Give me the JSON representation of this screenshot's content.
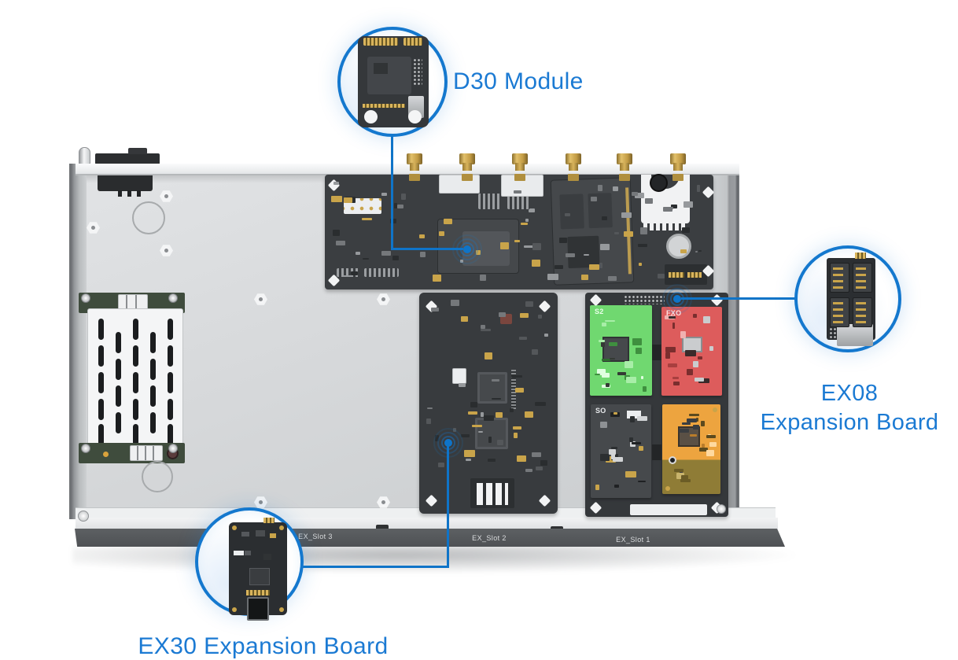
{
  "colors": {
    "accent": "#1478ce",
    "leader": "#0f74c8",
    "text_blue": "#1b7ad3",
    "board_dark": "#3b3e41",
    "module_green": "#70d870",
    "module_red": "#dd5c5c",
    "module_gray": "#46494c",
    "module_orange": "#eda43f",
    "module_olive": "#8f7c36",
    "chassis_light": "#d8dadc",
    "front_bar": "#54575a"
  },
  "callouts": {
    "d30": {
      "label": "D30 Module"
    },
    "ex08": {
      "line1": "EX08",
      "line2": "Expansion Board"
    },
    "ex30": {
      "label": "EX30 Expansion Board"
    }
  },
  "chassis": {
    "slot_labels": [
      "EX_Slot 3",
      "EX_Slot 2",
      "EX_Slot 1"
    ]
  },
  "modules": {
    "s2": {
      "label": "S2",
      "color": "#70d870",
      "label_color": "#eaffea"
    },
    "fxo": {
      "label": "FXO",
      "color": "#dd5c5c",
      "label_color": "#ffe3e3"
    },
    "so": {
      "label": "SO",
      "color": "#46494c",
      "label_color": "#e8eaec"
    }
  }
}
